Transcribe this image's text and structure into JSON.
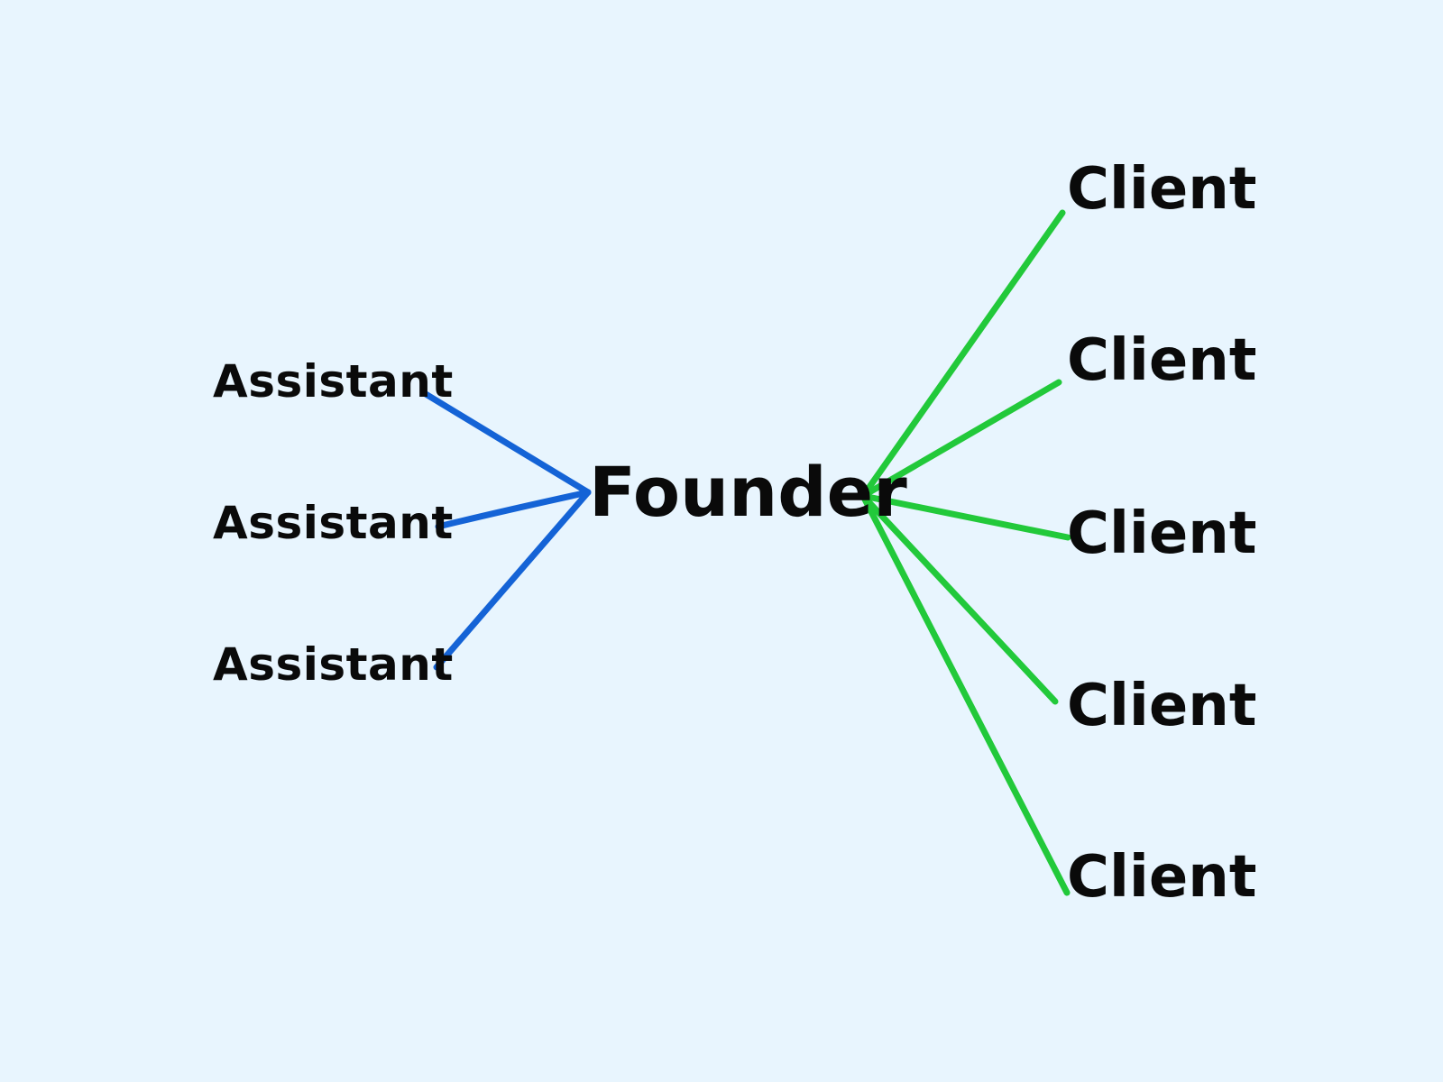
{
  "colors": {
    "background": "#e8f5fe",
    "assistant_link": "#1463d6",
    "client_link": "#22c93a",
    "text": "#0a0a0a"
  },
  "founder": {
    "label": "Founder"
  },
  "assistants": [
    {
      "label": "Assistant"
    },
    {
      "label": "Assistant"
    },
    {
      "label": "Assistant"
    }
  ],
  "clients": [
    {
      "label": "Client"
    },
    {
      "label": "Client"
    },
    {
      "label": "Client"
    },
    {
      "label": "Client"
    },
    {
      "label": "Client"
    }
  ]
}
